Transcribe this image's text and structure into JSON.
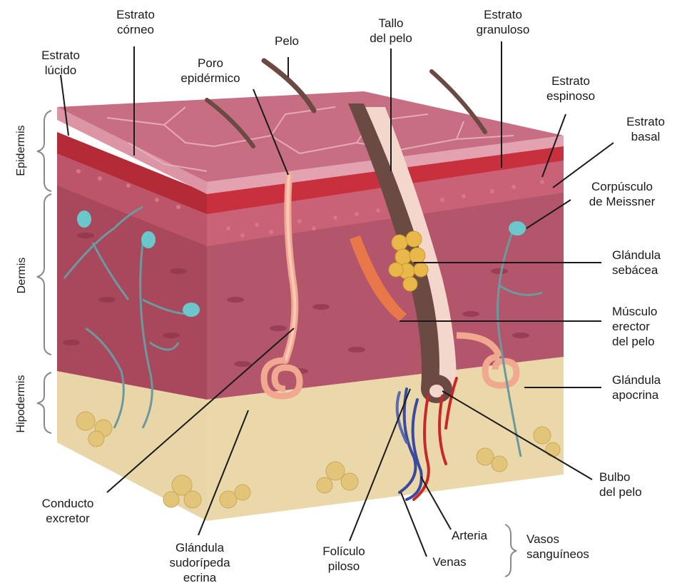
{
  "labels": {
    "estrato_corneo": [
      "Estrato",
      "córneo"
    ],
    "estrato_lucido": [
      "Estrato",
      "lúcido"
    ],
    "pelo": "Pelo",
    "poro": [
      "Poro",
      "epidérmico"
    ],
    "tallo": [
      "Tallo",
      "del pelo"
    ],
    "estrato_granuloso": [
      "Estrato",
      "granuloso"
    ],
    "estrato_espinoso": [
      "Estrato",
      "espinoso"
    ],
    "estrato_basal": [
      "Estrato",
      "basal"
    ],
    "corpusculo": [
      "Corpúsculo",
      "de Meissner"
    ],
    "glandula_sebacea": [
      "Glándula",
      "sebácea"
    ],
    "musculo": [
      "Músculo",
      "erector",
      "del pelo"
    ],
    "glandula_apocrina": [
      "Glándula",
      "apocrina"
    ],
    "bulbo": [
      "Bulbo",
      "del pelo"
    ],
    "conducto": [
      "Conducto",
      "excretor"
    ],
    "glandula_sudoripara": [
      "Glándula",
      "sudorípeda",
      "ecrina"
    ],
    "foliculo": [
      "Folículo",
      "piloso"
    ],
    "arteria": "Arteria",
    "venas": "Venas",
    "vasos": [
      "Vasos",
      "sanguíneos"
    ]
  },
  "layers": {
    "epidermis": "Epidermis",
    "dermis": "Dermis",
    "hipodermis": "Hipodermis"
  },
  "colors": {
    "epidermis_top": "#d98a9a",
    "dermis": "#b8566a",
    "dermis_dark": "#8f3a4c",
    "red_band": "#c8303e",
    "hypodermis": "#e8d6a8",
    "fat": "#e8c879",
    "hair": "#6b4a44",
    "sebaceous": "#e8b94a",
    "sweat": "#f0a890",
    "muscle": "#e8784a",
    "nerve": "#6a9a9e",
    "meissner": "#6ac8cc",
    "artery": "#c8282a",
    "vein": "#3a4a9e"
  }
}
